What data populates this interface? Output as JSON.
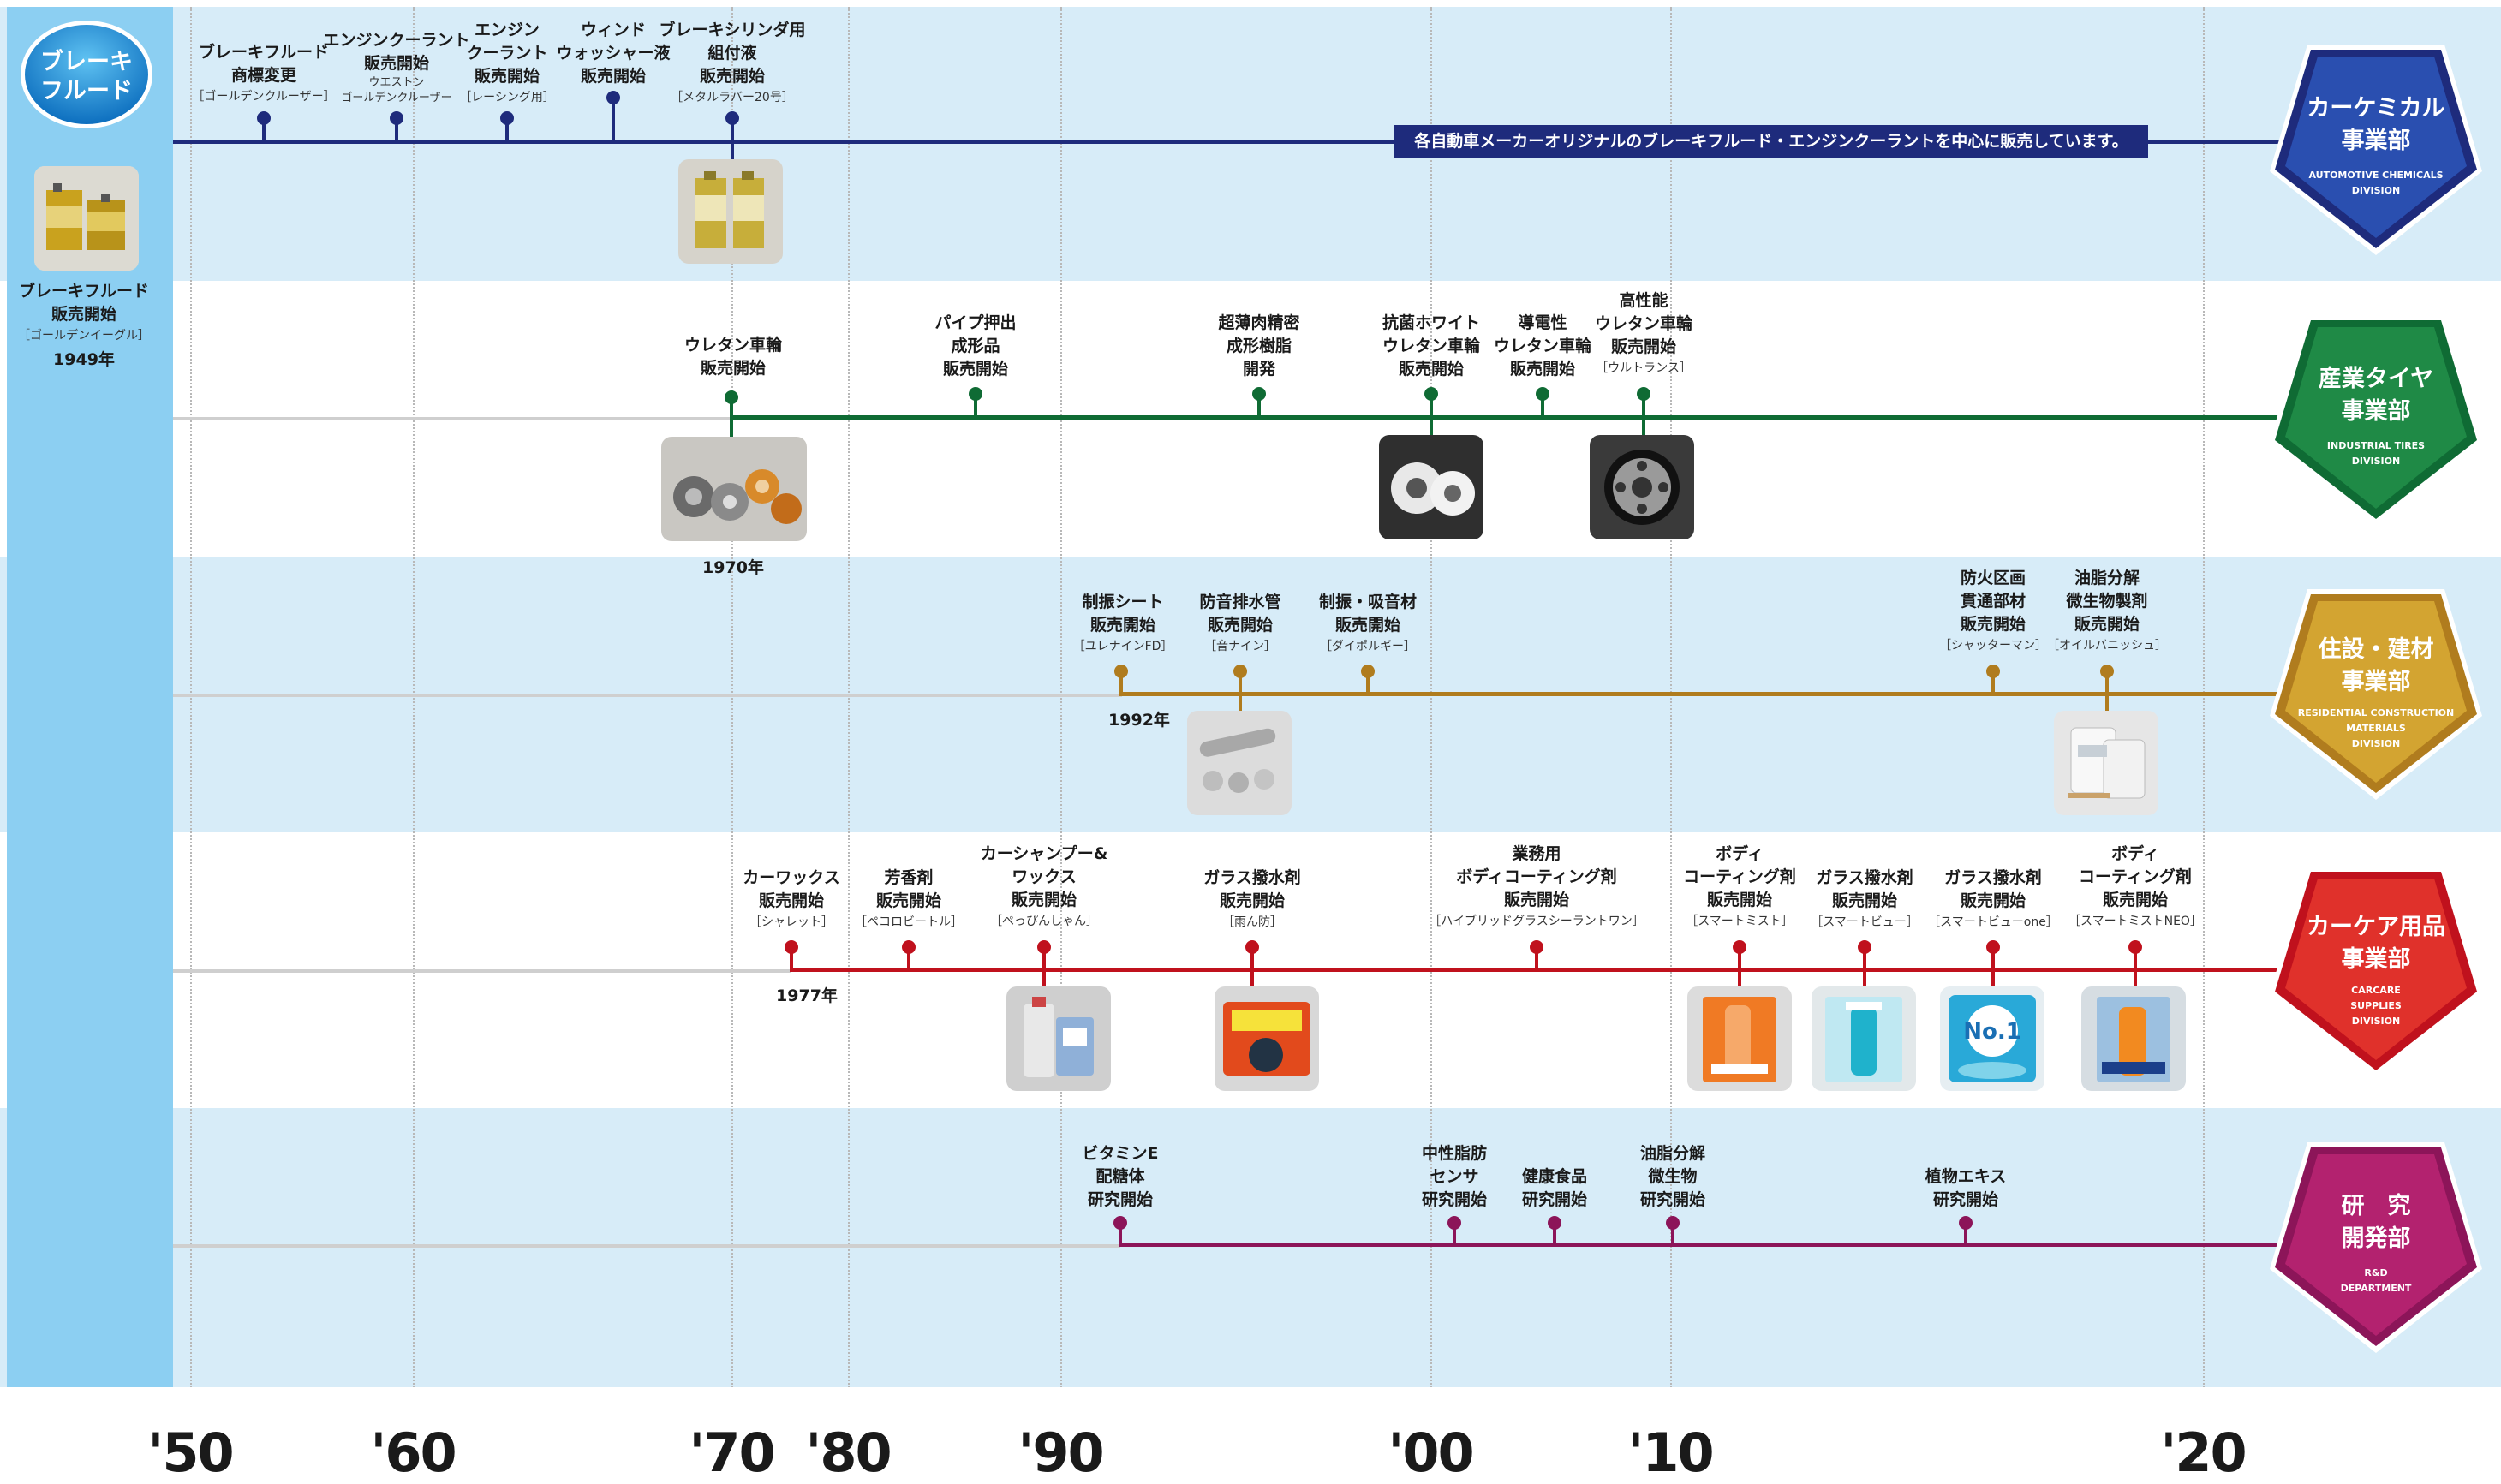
{
  "brake_fluid": {
    "title_line1": "ブレーキ",
    "title_line2": "フルード",
    "origin_line1": "ブレーキフルード",
    "origin_line2": "販売開始",
    "origin_sub": "［ゴールデンイーグル］",
    "origin_year": "1949年"
  },
  "axis_labels": [
    "'50",
    "'60",
    "'70",
    "'80",
    "'90",
    "'00",
    "'10",
    "'20"
  ],
  "colors": {
    "chemical": "#1e2b7c",
    "tires": "#0f6b34",
    "construction": "#b07c1e",
    "carcare": "#c0111d",
    "rd": "#8c1559"
  },
  "divisions": {
    "chemical": {
      "title1": "カーケミカル",
      "title2": "事業部",
      "en": [
        "AUTOMOTIVE CHEMICALS",
        "DIVISION"
      ]
    },
    "tires": {
      "title1": "産業タイヤ",
      "title2": "事業部",
      "en": [
        "INDUSTRIAL TIRES",
        "DIVISION"
      ]
    },
    "construction": {
      "title1": "住設・建材",
      "title2": "事業部",
      "en": [
        "RESIDENTIAL CONSTRUCTION",
        "MATERIALS",
        "DIVISION"
      ]
    },
    "carcare": {
      "title1": "カーケア用品",
      "title2": "事業部",
      "en": [
        "CARCARE",
        "SUPPLIES",
        "DIVISION"
      ]
    },
    "rd": {
      "title1": "研　究",
      "title2": "開発部",
      "en": [
        "R&D",
        "DEPARTMENT"
      ]
    }
  },
  "chemical_banner": "各自動車メーカーオリジナルのブレーキフルード・エンジンクーラントを中心に販売しています。",
  "chemical_events": [
    {
      "l1": "ブレーキフルード",
      "l2": "商標変更",
      "sub": "［ゴールデンクルーザー］"
    },
    {
      "l1": "エンジンクーラント",
      "l2": "販売開始",
      "sub": "ウエストン",
      "sub2": "ゴールデンクルーザー"
    },
    {
      "l1": "エンジン",
      "l2": "クーラント",
      "l3": "販売開始",
      "sub": "［レーシング用］"
    },
    {
      "l1": "ウィンド",
      "l2": "ウォッシャー液",
      "l3": "販売開始"
    },
    {
      "l1": "ブレーキシリンダ用",
      "l2": "組付液",
      "l3": "販売開始",
      "sub": "［メタルラバー20号］"
    }
  ],
  "tire_events": [
    {
      "l1": "ウレタン車輪",
      "l2": "販売開始"
    },
    {
      "l1": "パイプ押出",
      "l2": "成形品",
      "l3": "販売開始"
    },
    {
      "l1": "超薄肉精密",
      "l2": "成形樹脂",
      "l3": "開発"
    },
    {
      "l1": "抗菌ホワイト",
      "l2": "ウレタン車輪",
      "l3": "販売開始"
    },
    {
      "l1": "導電性",
      "l2": "ウレタン車輪",
      "l3": "販売開始"
    },
    {
      "l1": "高性能",
      "l2": "ウレタン車輪",
      "l3": "販売開始",
      "sub": "［ウルトランス］"
    }
  ],
  "tire_year": "1970年",
  "construction_events": [
    {
      "l1": "制振シート",
      "l2": "販売開始",
      "sub": "［ユレナインFD］"
    },
    {
      "l1": "防音排水管",
      "l2": "販売開始",
      "sub": "［音ナイン］"
    },
    {
      "l1": "制振・吸音材",
      "l2": "販売開始",
      "sub": "［ダイポルギー］"
    },
    {
      "l1": "防火区画",
      "l2": "貫通部材",
      "l3": "販売開始",
      "sub": "［シャッターマン］"
    },
    {
      "l1": "油脂分解",
      "l2": "微生物製剤",
      "l3": "販売開始",
      "sub": "［オイルバニッシュ］"
    }
  ],
  "construction_year": "1992年",
  "carcare_events": [
    {
      "l1": "カーワックス",
      "l2": "販売開始",
      "sub": "［シャレット］"
    },
    {
      "l1": "芳香剤",
      "l2": "販売開始",
      "sub": "［ペコロビートル］"
    },
    {
      "l1": "カーシャンプー&",
      "l2": "ワックス",
      "l3": "販売開始",
      "sub": "［ぺっぴんしゃん］"
    },
    {
      "l1": "ガラス撥水剤",
      "l2": "販売開始",
      "sub": "［雨ん防］"
    },
    {
      "l1": "業務用",
      "l2": "ボディコーティング剤",
      "l3": "販売開始",
      "sub": "［ハイブリッドグラスシーラントワン］"
    },
    {
      "l1": "ボディ",
      "l2": "コーティング剤",
      "l3": "販売開始",
      "sub": "［スマートミスト］"
    },
    {
      "l1": "ガラス撥水剤",
      "l2": "販売開始",
      "sub": "［スマートビュー］"
    },
    {
      "l1": "ガラス撥水剤",
      "l2": "販売開始",
      "sub": "［スマートビューone］"
    },
    {
      "l1": "ボディ",
      "l2": "コーティング剤",
      "l3": "販売開始",
      "sub": "［スマートミストNEO］"
    }
  ],
  "carcare_year": "1977年",
  "rd_events": [
    {
      "l1": "ビタミンE",
      "l2": "配糖体",
      "l3": "研究開始"
    },
    {
      "l1": "中性脂肪",
      "l2": "センサ",
      "l3": "研究開始"
    },
    {
      "l1": "健康食品",
      "l2": "研究開始"
    },
    {
      "l1": "油脂分解",
      "l2": "微生物",
      "l3": "研究開始"
    },
    {
      "l1": "植物エキス",
      "l2": "研究開始"
    }
  ],
  "product_badges": {
    "no1": "No.1"
  }
}
